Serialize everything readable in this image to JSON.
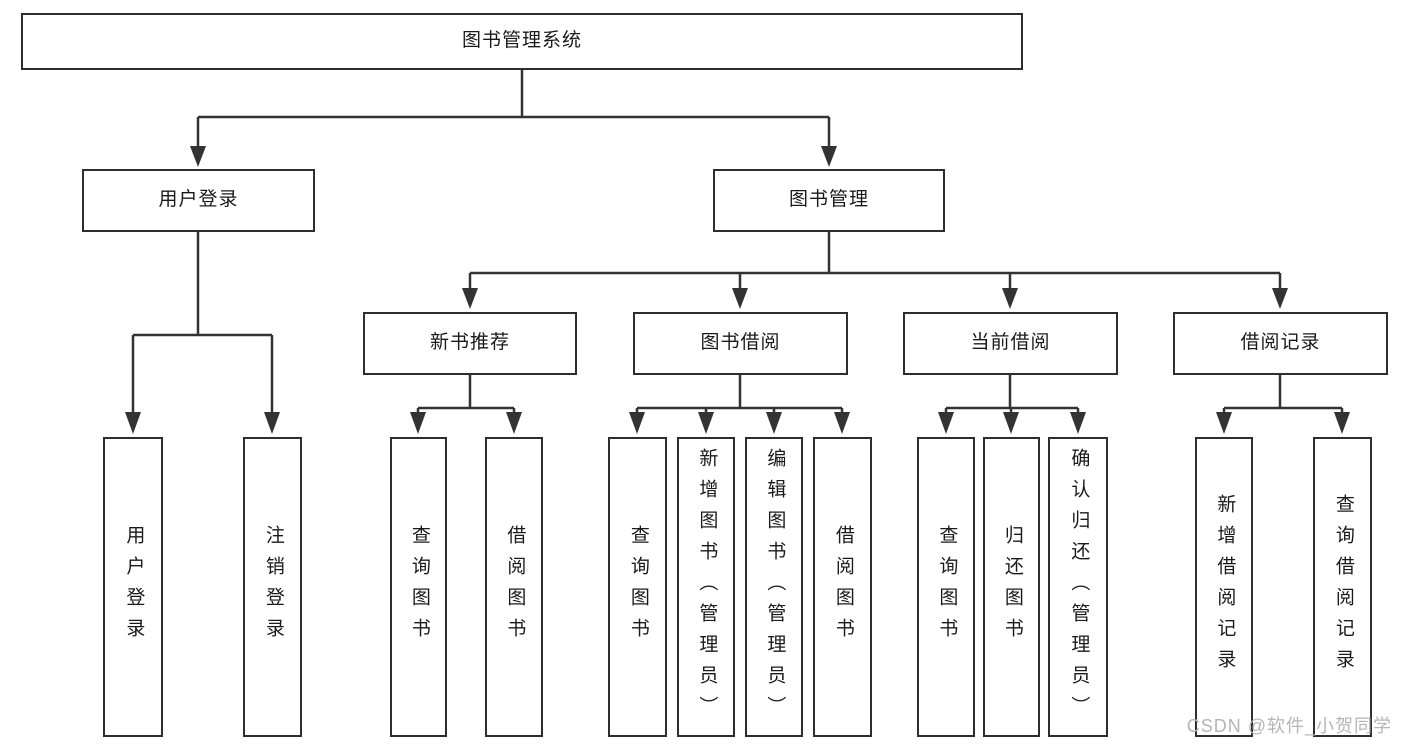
{
  "diagram_title": "图书管理系统",
  "tree": {
    "label": "图书管理系统",
    "children": [
      {
        "label": "用户登录",
        "children": [
          {
            "label": "用户登录"
          },
          {
            "label": "注销登录"
          }
        ]
      },
      {
        "label": "图书管理",
        "children": [
          {
            "label": "新书推荐",
            "children": [
              {
                "label": "查询图书"
              },
              {
                "label": "借阅图书"
              }
            ]
          },
          {
            "label": "图书借阅",
            "children": [
              {
                "label": "查询图书"
              },
              {
                "label": "新增图书（管理员）"
              },
              {
                "label": "编辑图书（管理员）"
              },
              {
                "label": "借阅图书"
              }
            ]
          },
          {
            "label": "当前借阅",
            "children": [
              {
                "label": "查询图书"
              },
              {
                "label": "归还图书"
              },
              {
                "label": "确认归还（管理员）"
              }
            ]
          },
          {
            "label": "借阅记录",
            "children": [
              {
                "label": "新增借阅记录"
              },
              {
                "label": "查询借阅记录"
              }
            ]
          }
        ]
      }
    ]
  },
  "watermark": {
    "text": "CSDN @软件_小贺同学"
  },
  "colors": {
    "line": "#333333",
    "box_border": "#2e2e2e",
    "box_background": "#ffffff",
    "text": "#1a1a1a",
    "watermark": "#b5b5b5"
  }
}
